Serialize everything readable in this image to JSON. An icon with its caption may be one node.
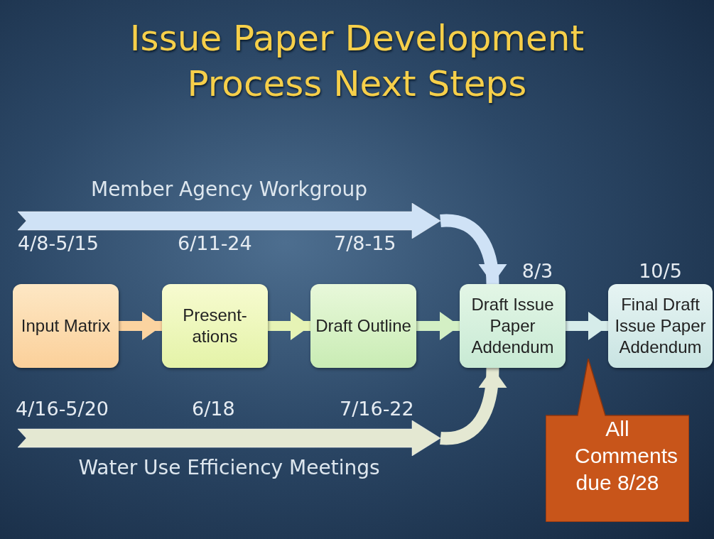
{
  "diagram": {
    "title": "Issue Paper Development Process Next Steps",
    "nodes": [
      {
        "text": [
          "Member Agency Workgroup"
        ]
      },
      {
        "text": [
          "Input Matrix"
        ]
      },
      {
        "text": [
          "Present- ations"
        ]
      },
      {
        "text": [
          "Draft Outline"
        ]
      },
      {
        "text": [
          "Draft Issue Paper Addendum"
        ],
        "beside": [
          "8/3"
        ]
      },
      {
        "text": [
          "Final Draft Issue Paper Addendum"
        ],
        "beside": [
          "10/5"
        ]
      },
      {
        "text": [
          "Water Use Efficiency Meetings"
        ]
      },
      {
        "text": [
          "All Comments due 8/28"
        ]
      }
    ],
    "edges": [
      {
        "from": 1,
        "to": 2,
        "arrow": "to",
        "color": "#fbd3a0"
      },
      {
        "from": 2,
        "to": 3,
        "arrow": "to",
        "color": "#e6f3b5"
      },
      {
        "from": 3,
        "to": 4,
        "arrow": "to",
        "color": "#d3efc4"
      },
      {
        "from": 4,
        "to": 5,
        "arrow": "to",
        "color": "#d6ecea"
      },
      {
        "from": 0,
        "to": 4,
        "arrow": "to",
        "color": "#cfe2f6"
      },
      {
        "from": 6,
        "to": 4,
        "arrow": "to",
        "color": "#e4e8d2"
      }
    ],
    "labels": [
      "4/8-5/15",
      "6/11-24",
      "7/8-15",
      "4/16-5/20",
      "6/18",
      "7/16-22"
    ]
  }
}
